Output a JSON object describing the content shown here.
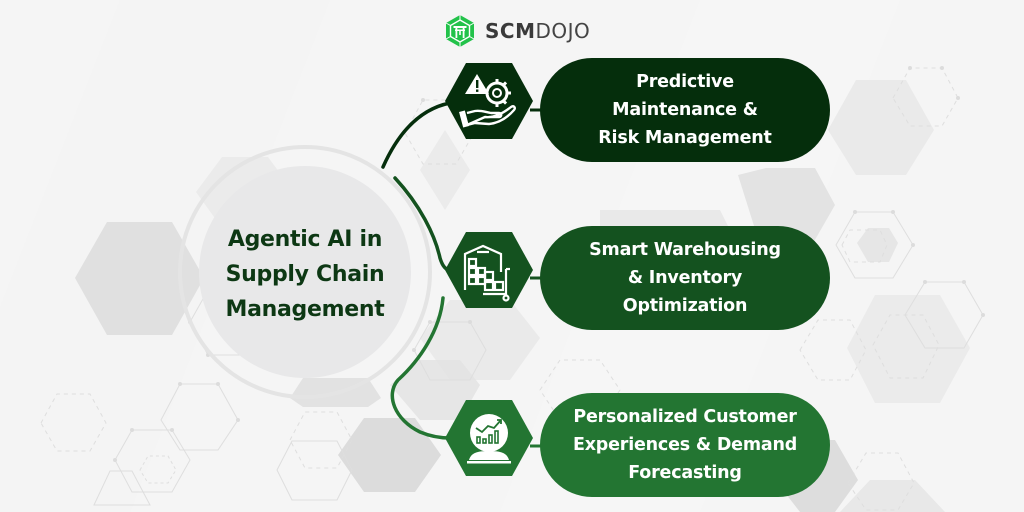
{
  "brand": {
    "logo_icon": "torii-hexagon-icon",
    "name_bold": "SCM",
    "name_light": "DOJO",
    "logo_color": "#22c24a"
  },
  "center": {
    "title_lines": [
      "Agentic AI in",
      "Supply Chain",
      "Management"
    ],
    "text_color": "#0d3814",
    "circle_color": "#e8e8e9"
  },
  "items": [
    {
      "icon": "risk-warning-gear-hand-icon",
      "lines": [
        "Predictive",
        "Maintenance &",
        "Risk Management"
      ],
      "color": "#052e0c"
    },
    {
      "icon": "warehouse-inventory-cart-icon",
      "lines": [
        "Smart Warehousing",
        "& Inventory",
        "Optimization"
      ],
      "color": "#14521f"
    },
    {
      "icon": "demand-forecast-chart-icon",
      "lines": [
        "Personalized Customer",
        "Experiences & Demand",
        "Forecasting"
      ],
      "color": "#237532"
    }
  ],
  "background": {
    "base": "#f5f5f5",
    "hex_fill": "#e2e2e2",
    "hex_line": "#dcdcdc"
  }
}
